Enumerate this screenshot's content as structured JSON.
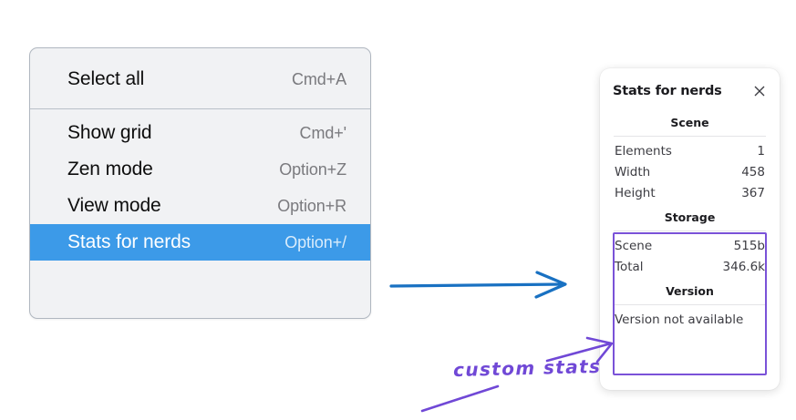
{
  "context_menu": {
    "groups": [
      {
        "items": [
          {
            "label": "Select all",
            "shortcut": "Cmd+A",
            "selected": false
          }
        ]
      },
      {
        "items": [
          {
            "label": "Show grid",
            "shortcut": "Cmd+'",
            "selected": false
          },
          {
            "label": "Zen mode",
            "shortcut": "Option+Z",
            "selected": false
          },
          {
            "label": "View mode",
            "shortcut": "Option+R",
            "selected": false
          },
          {
            "label": "Stats for nerds",
            "shortcut": "Option+/",
            "selected": true
          }
        ]
      }
    ],
    "highlight_color": "#3c9ae8",
    "background_color": "#f1f2f4"
  },
  "stats_panel": {
    "title": "Stats for nerds",
    "close_icon": "close-icon",
    "sections": [
      {
        "title": "Scene",
        "rows": [
          {
            "label": "Elements",
            "value": "1"
          },
          {
            "label": "Width",
            "value": "458"
          },
          {
            "label": "Height",
            "value": "367"
          }
        ]
      },
      {
        "title": "Storage",
        "rows": [
          {
            "label": "Scene",
            "value": "515b"
          },
          {
            "label": "Total",
            "value": "346.6k"
          }
        ]
      },
      {
        "title": "Version",
        "single_line": "Version not available"
      }
    ]
  },
  "annotations": {
    "handwritten_note": "custom stats",
    "blue_arrow_color": "#1971c2",
    "purple_color": "#7048d6",
    "highlight_box_color": "#7a52d8"
  }
}
